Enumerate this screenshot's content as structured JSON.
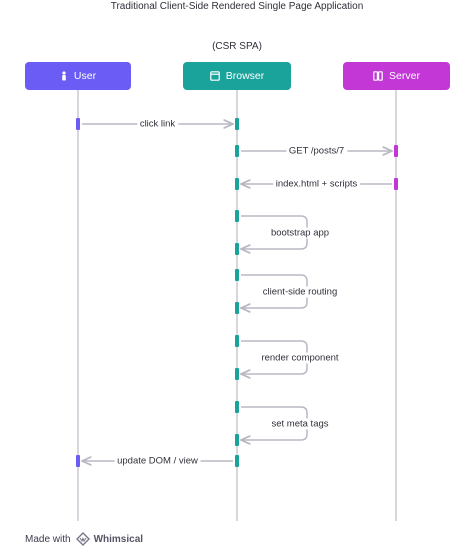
{
  "title_line1": "Traditional Client-Side Rendered Single Page Application",
  "title_line2": "(CSR SPA)",
  "actors": {
    "user": "User",
    "browser": "Browser",
    "server": "Server"
  },
  "colors": {
    "user": "#6a5cf5",
    "browser": "#1aa39a",
    "server": "#c237d6",
    "line": "#c8c8d0",
    "arrow": "#b8b8c4"
  },
  "messages": [
    {
      "label": "click link",
      "from": "user",
      "to": "browser"
    },
    {
      "label": "GET /posts/7",
      "from": "browser",
      "to": "server"
    },
    {
      "label": "index.html + scripts",
      "from": "server",
      "to": "browser"
    },
    {
      "label": "bootstrap app",
      "from": "browser",
      "to": "browser"
    },
    {
      "label": "client-side routing",
      "from": "browser",
      "to": "browser"
    },
    {
      "label": "render component",
      "from": "browser",
      "to": "browser"
    },
    {
      "label": "set meta tags",
      "from": "browser",
      "to": "browser"
    },
    {
      "label": "update DOM / view",
      "from": "browser",
      "to": "user"
    }
  ],
  "footer": {
    "made_with": "Made with",
    "brand": "Whimsical"
  }
}
